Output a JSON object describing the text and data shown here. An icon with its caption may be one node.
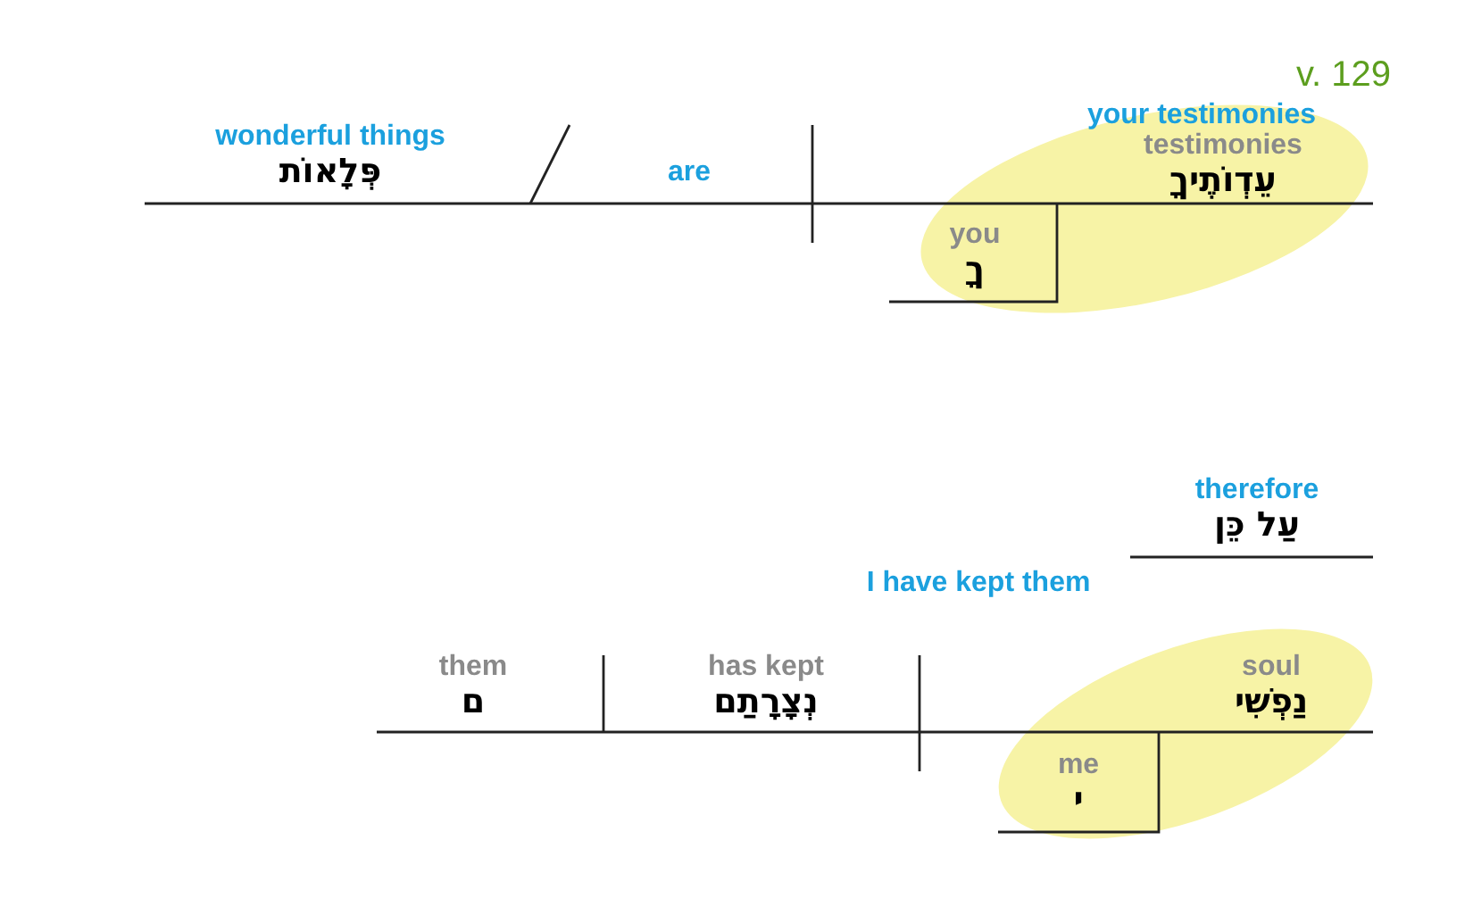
{
  "diagram": {
    "nodes": [
      {
        "text": [
          "wonderful things",
          "פְּלָאוֹת"
        ]
      },
      {
        "text": [
          "are"
        ]
      },
      {
        "text": [
          "your testimonies"
        ]
      },
      {
        "text": [
          "testimonies",
          "עֵדְוֹתֶיךָ"
        ],
        "in": 2
      },
      {
        "text": [
          "you",
          "ךָ"
        ],
        "in": 2
      },
      {
        "text": [
          "therefore",
          "עַל כֵּן"
        ]
      },
      {
        "text": [
          "them",
          "ם"
        ]
      },
      {
        "text": [
          "has kept",
          "נְצָרָתַם"
        ]
      },
      {
        "text": [],
        "shape": "ellipse"
      },
      {
        "text": [
          "soul",
          "נַפְשִׁי"
        ],
        "in": 8
      },
      {
        "text": [
          "me",
          "י"
        ],
        "in": 8
      }
    ],
    "labels": [
      "v. 129",
      "I have kept them"
    ]
  }
}
